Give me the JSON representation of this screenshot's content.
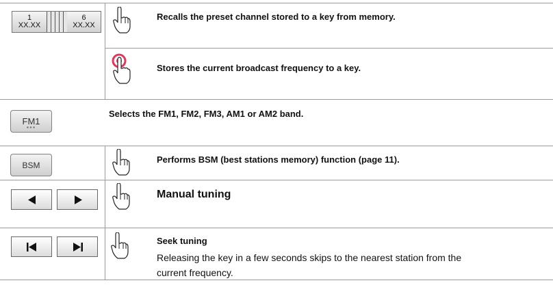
{
  "rows": [
    {
      "preset": {
        "left_num": "1",
        "left_freq": "XX.XX",
        "right_num": "6",
        "right_freq": "XX.XX"
      },
      "icon": "hand-touch-icon",
      "text": "Recalls the preset channel stored to a key from memory."
    },
    {
      "icon": "hand-press-hold-icon",
      "text": "Stores the current broadcast frequency to a key."
    },
    {
      "button": "FM1",
      "text": "Selects the FM1, FM2, FM3, AM1 or AM2 band."
    },
    {
      "button": "BSM",
      "icon": "hand-touch-icon",
      "text": "Performs BSM (best stations memory) function (page 11)."
    },
    {
      "buttons": [
        "left-arrow-icon",
        "right-arrow-icon"
      ],
      "icon": "hand-touch-icon",
      "text": "Manual tuning"
    },
    {
      "buttons": [
        "skip-back-icon",
        "skip-forward-icon"
      ],
      "icon": "hand-touch-icon",
      "title": "Seek tuning",
      "text_line1": "Releasing the key in a few seconds skips to the nearest station from the",
      "text_line2": "current frequency."
    }
  ],
  "colors": {
    "line": "#9a9a9a",
    "press_ring": "#e8335a"
  }
}
